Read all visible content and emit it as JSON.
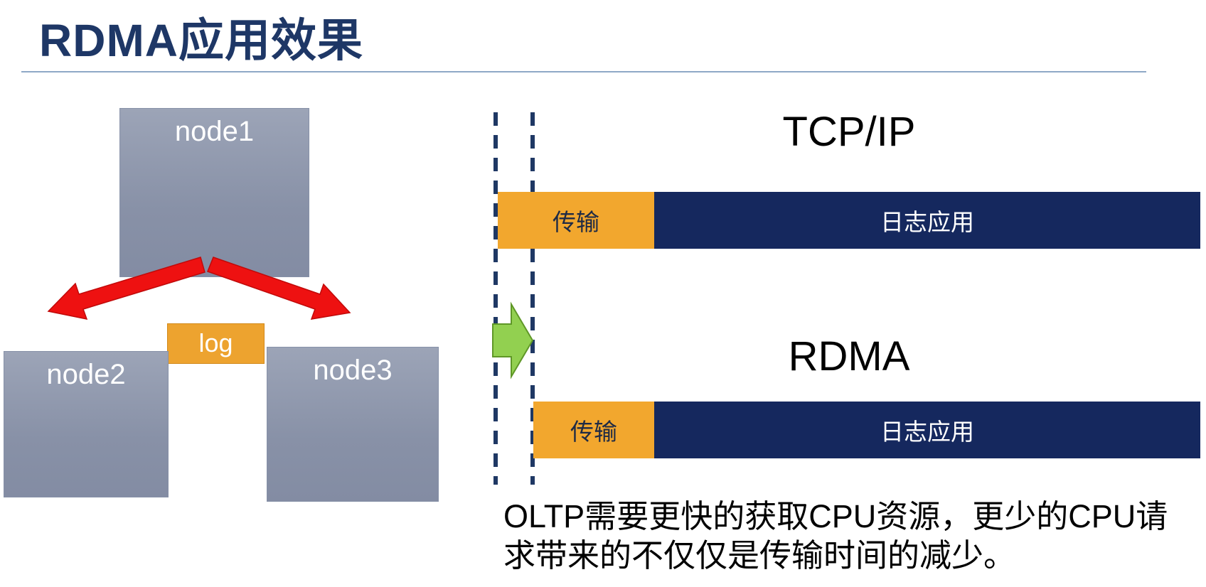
{
  "title": "RDMA应用效果",
  "cluster": {
    "node1": "node1",
    "node2": "node2",
    "node3": "node3",
    "log": "log"
  },
  "comparison": {
    "tcp": {
      "label": "TCP/IP",
      "transfer_label": "传输",
      "app_label": "日志应用"
    },
    "rdma": {
      "label": "RDMA",
      "transfer_label": "传输",
      "app_label": "日志应用"
    }
  },
  "caption": "OLTP需要更快的获取CPU资源，更少的CPU请\n求带来的不仅仅是传输时间的减少。",
  "colors": {
    "title": "#1E3766",
    "title_rule": "#8FA8C6",
    "node_fill": "#8C95A9",
    "node_label": "#FFFFFF",
    "red_arrow": "#EE1111",
    "orange": "#F2A72E",
    "navy_bar": "#15285E",
    "green_arrow_fill": "#92D050",
    "green_arrow_stroke": "#5F9727",
    "dashed_line": "#1F3864"
  }
}
